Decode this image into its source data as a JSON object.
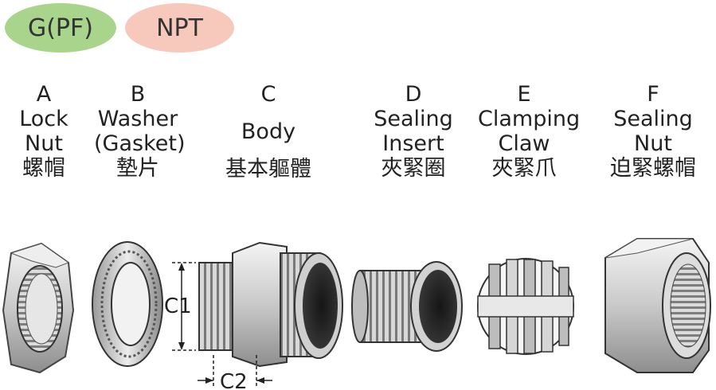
{
  "thread_types": {
    "g_pf": {
      "label": "G(PF)",
      "color": "#a9d48c"
    },
    "npt": {
      "label": "NPT",
      "color": "#f6c9bc"
    }
  },
  "parts": [
    {
      "letter": "A",
      "name_line1": "Lock",
      "name_line2": "Nut",
      "name_zh": "螺帽"
    },
    {
      "letter": "B",
      "name_line1": "Washer",
      "name_line2": "(Gasket)",
      "name_zh": "墊片"
    },
    {
      "letter": "C",
      "name_line1": "Body",
      "name_line2": "",
      "name_zh": "基本軀體"
    },
    {
      "letter": "D",
      "name_line1": "Sealing",
      "name_line2": "Insert",
      "name_zh": "夾緊圈"
    },
    {
      "letter": "E",
      "name_line1": "Clamping",
      "name_line2": "Claw",
      "name_zh": "夾緊爪"
    },
    {
      "letter": "F",
      "name_line1": "Sealing",
      "name_line2": "Nut",
      "name_zh": "迫緊螺帽"
    }
  ],
  "dimensions": {
    "c1": "C1",
    "c2": "C2"
  }
}
